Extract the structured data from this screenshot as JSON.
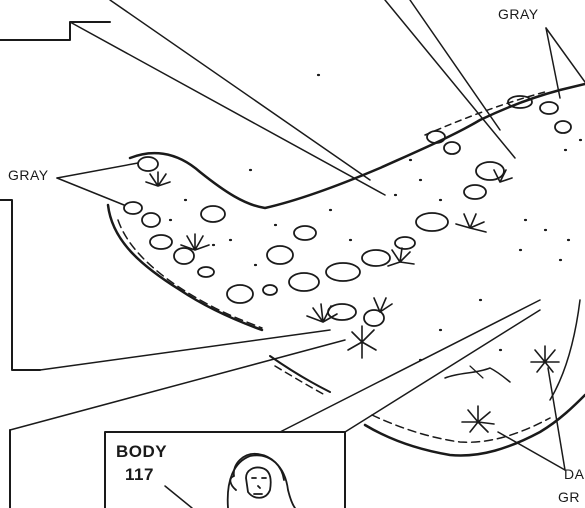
{
  "labels": {
    "gray_top_right": "GRAY",
    "gray_left": "GRAY",
    "body_title": "BODY",
    "body_number": "117",
    "dark_partial": "DA",
    "green_partial": "GR"
  },
  "colors": {
    "ink": "#1a1a1a",
    "paper": "#ffffff"
  }
}
